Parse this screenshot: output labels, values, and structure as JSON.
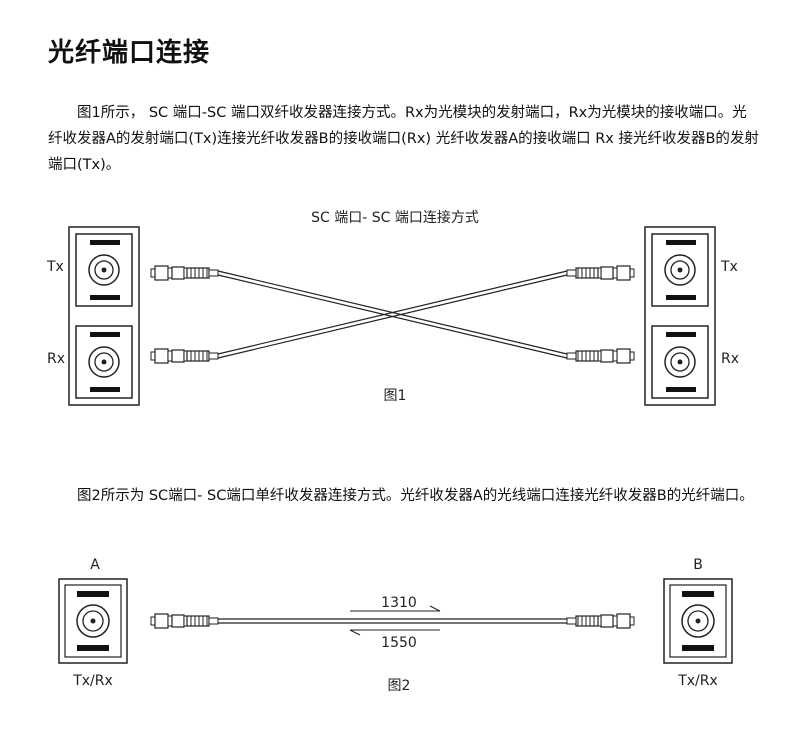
{
  "title": "光纤端口连接",
  "para1": "图1所示， SC 端口-SC 端口双纤收发器连接方式。Rx为光模块的发射端口，Rx为光模块的接收端口。光纤收发器A的发射端口(Tx)连接光纤收发器B的接收端口(Rx) 光纤收发器A的接收端口 Rx 接光纤收发器B的发射端口(Tx)。",
  "para2": "图2所示为 SC端口- SC端口单纤收发器连接方式。光纤收发器A的光线端口连接光纤收发器B的光纤端口。",
  "fig1": {
    "heading": "SC 端口- SC 端口连接方式",
    "left_tx": "Tx",
    "left_rx": "Rx",
    "right_tx": "Tx",
    "right_rx": "Rx",
    "caption": "图1"
  },
  "fig2": {
    "label_a": "A",
    "label_b": "B",
    "left_port": "Tx/Rx",
    "right_port": "Tx/Rx",
    "wavelength_top": "1310",
    "wavelength_bottom": "1550",
    "caption": "图2"
  }
}
